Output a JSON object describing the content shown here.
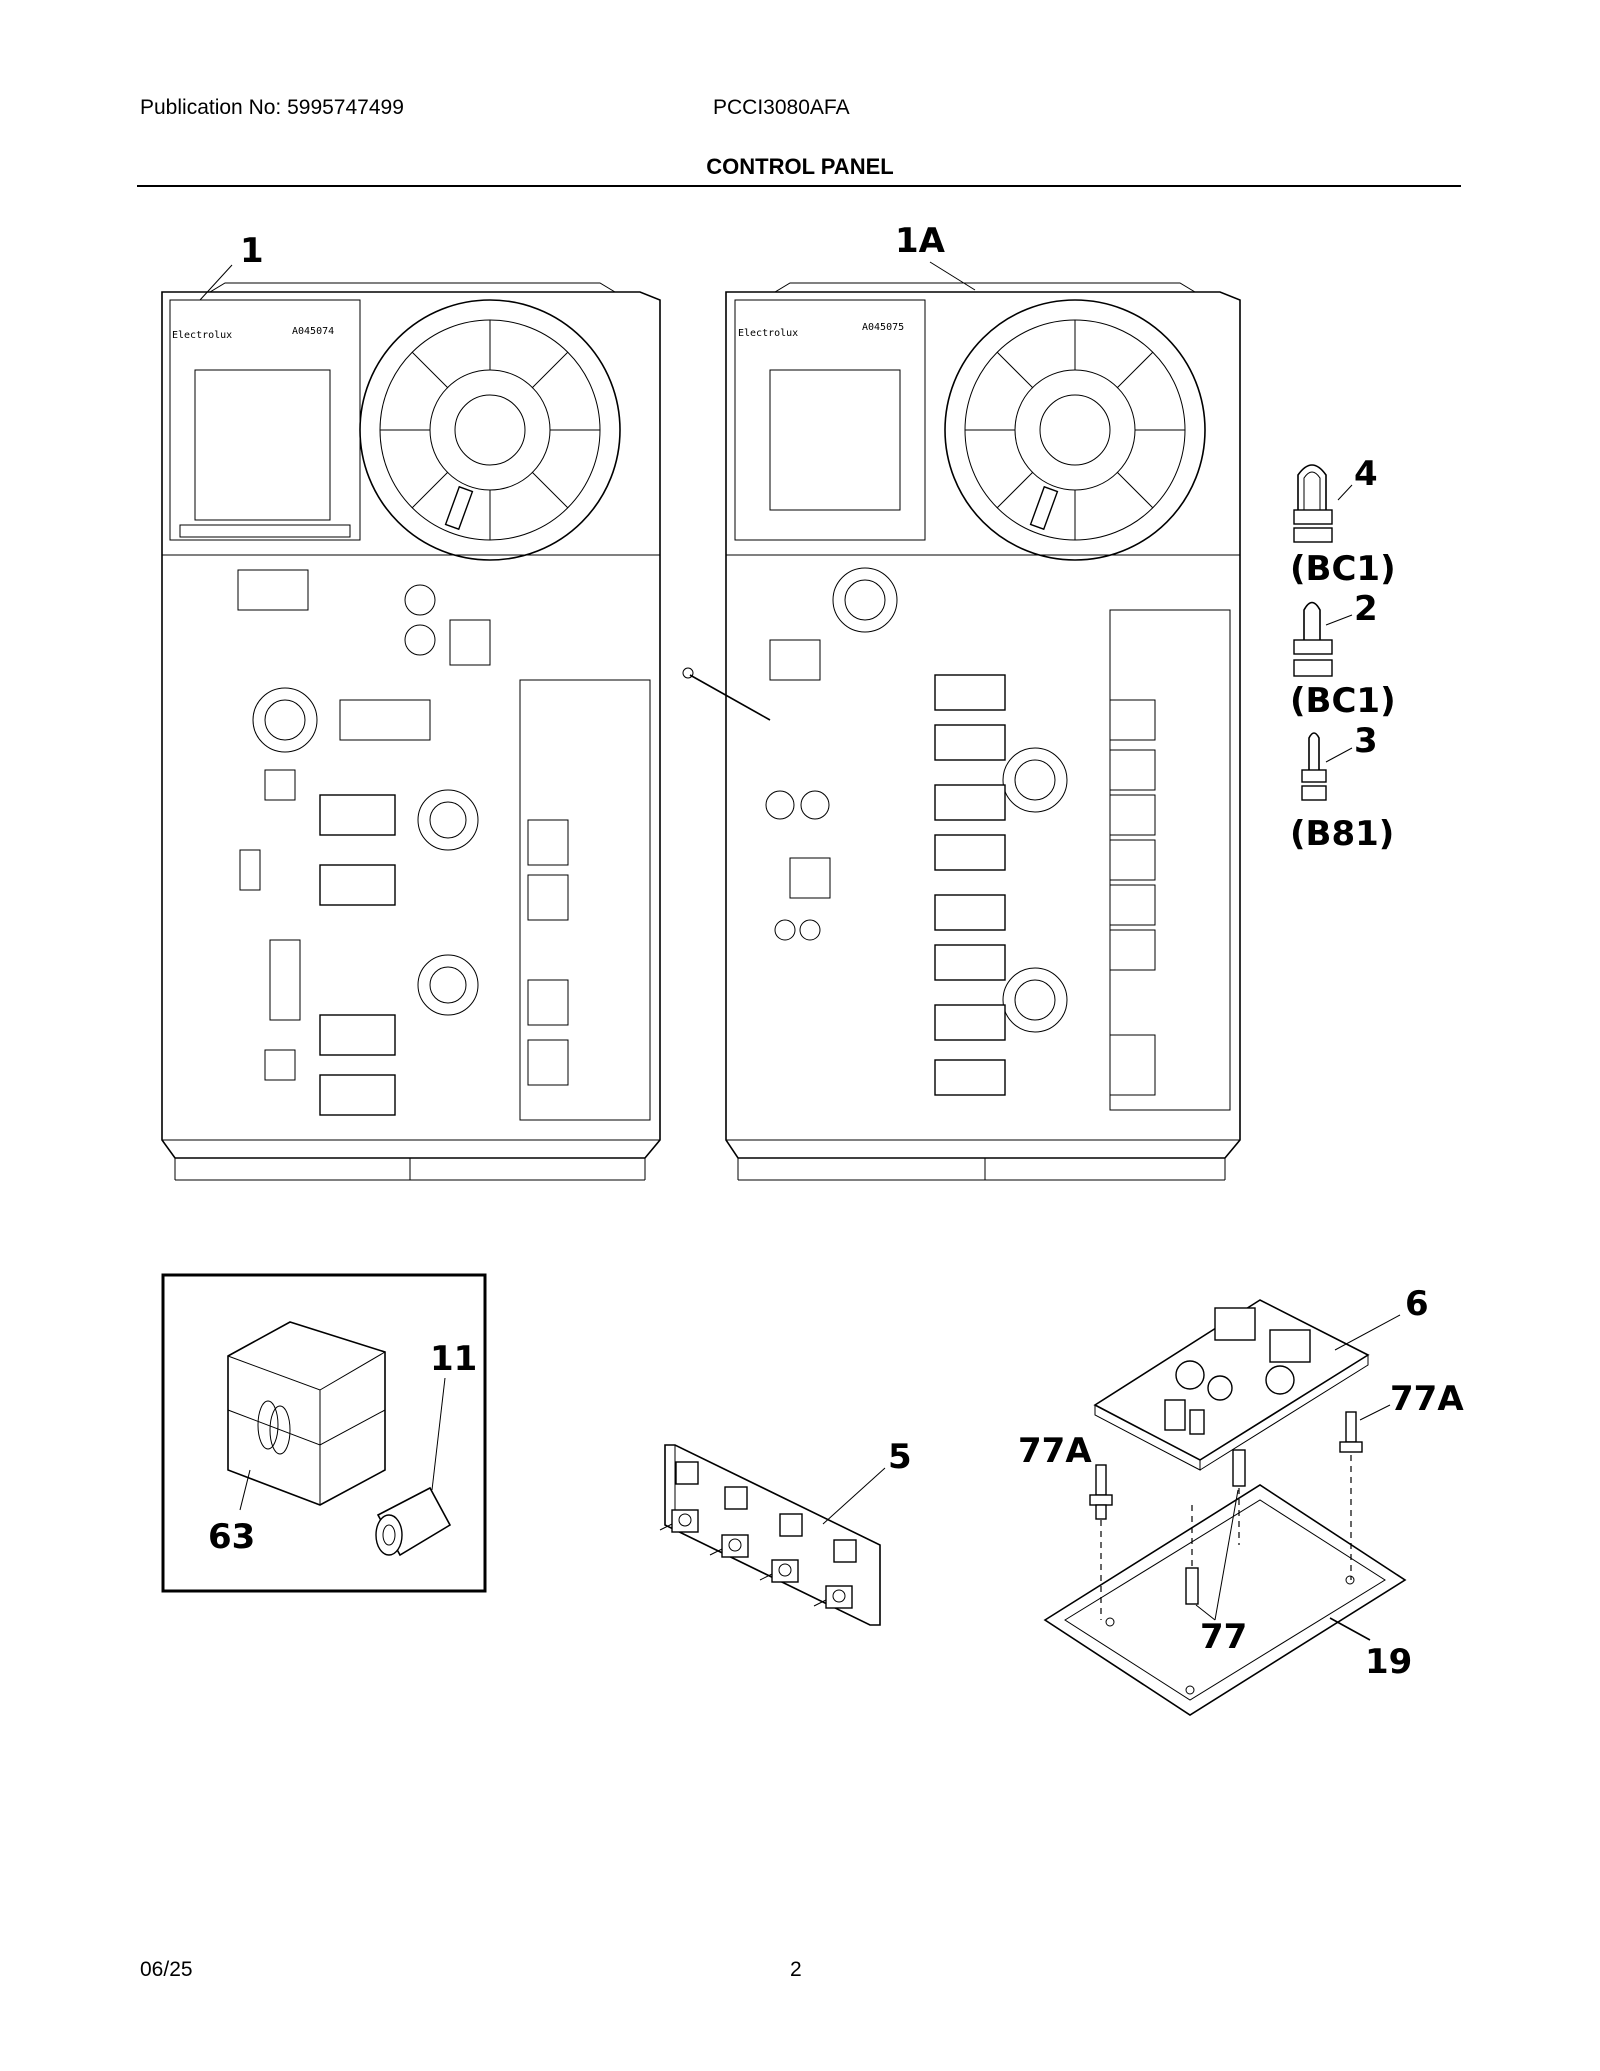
{
  "header": {
    "publication": "Publication No: 5995747499",
    "model": "PCCI3080AFA",
    "section_title": "CONTROL PANEL"
  },
  "footer": {
    "date": "06/25",
    "page_number": "2"
  },
  "callouts": {
    "c1": "1",
    "c1a": "1A",
    "c4": "4",
    "bc1_a": "(BC1)",
    "c2": "2",
    "bc1_b": "(BC1)",
    "c3": "3",
    "b81": "(B81)",
    "c11": "11",
    "c63": "63",
    "c5": "5",
    "c6": "6",
    "c77a_left": "77A",
    "c77a_right": "77A",
    "c77": "77",
    "c19": "19"
  },
  "board_labels": {
    "board1_code": "A045074",
    "board1a_code": "A045075",
    "brand_1": "Electrolux",
    "brand_1a": "Electrolux"
  }
}
